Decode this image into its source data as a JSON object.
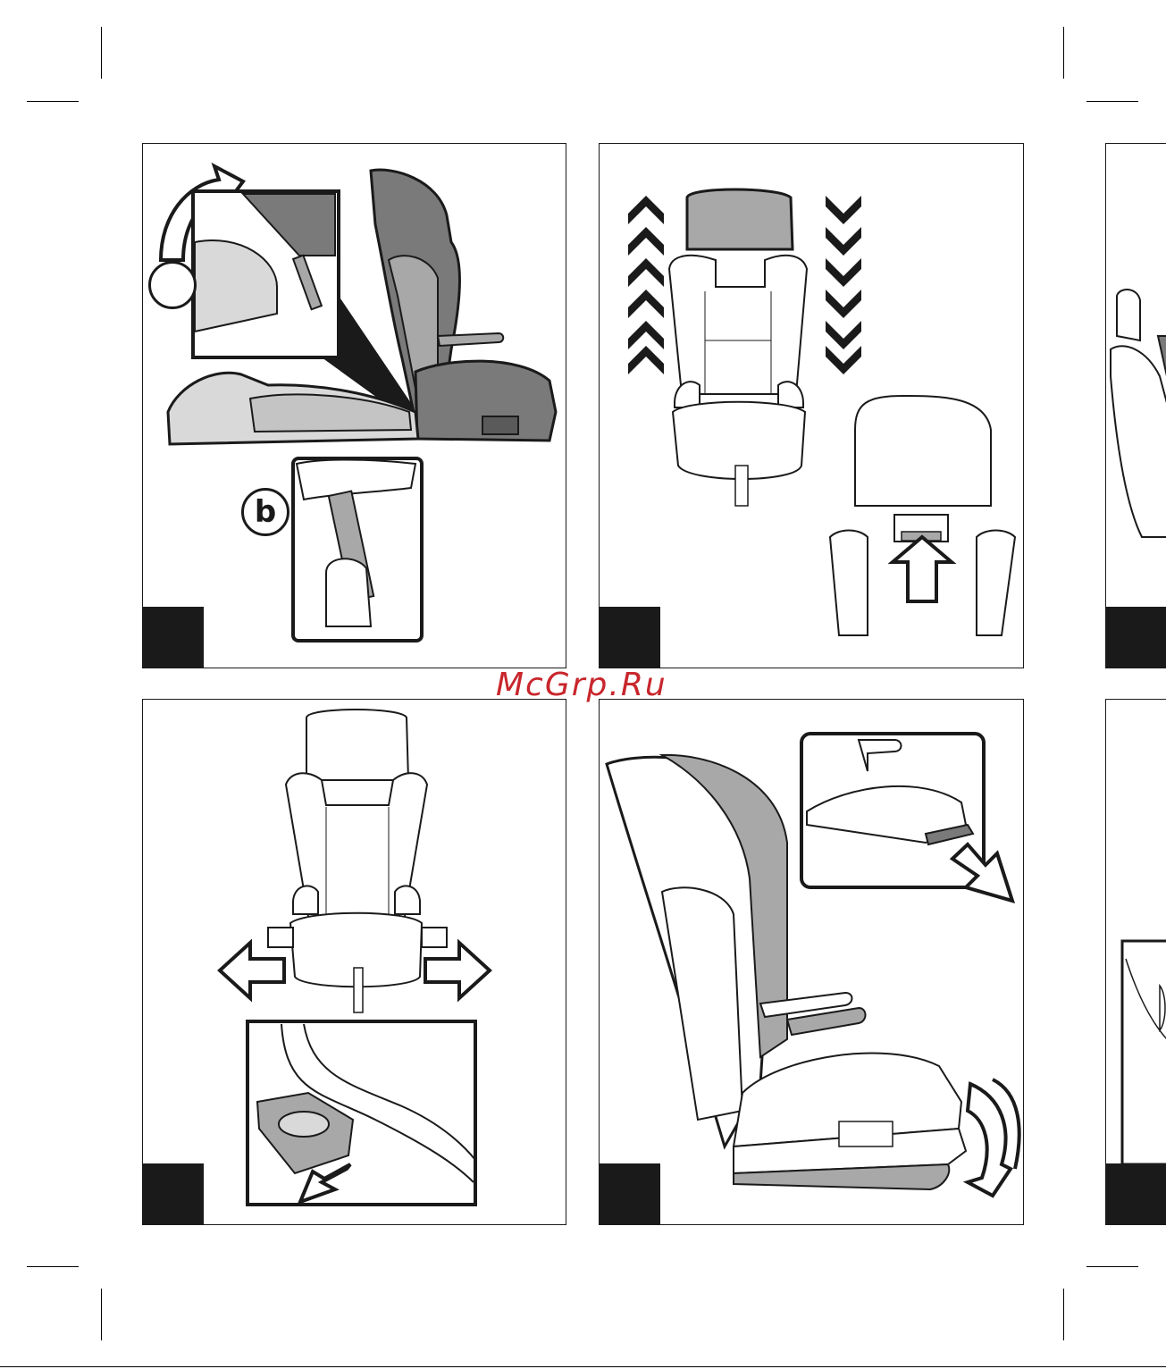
{
  "watermark": "McGrp.Ru",
  "panels": [
    {
      "id": "top-left",
      "callout_a": "",
      "callout_b": "b"
    },
    {
      "id": "top-middle"
    },
    {
      "id": "top-right"
    },
    {
      "id": "bottom-left"
    },
    {
      "id": "bottom-middle"
    },
    {
      "id": "bottom-right"
    }
  ],
  "colors": {
    "ink": "#1a1a1a",
    "dark_fill": "#7a7a7a",
    "mid_fill": "#a8a8a8",
    "light_fill": "#d9d9d9",
    "watermark": "#c8262c"
  }
}
